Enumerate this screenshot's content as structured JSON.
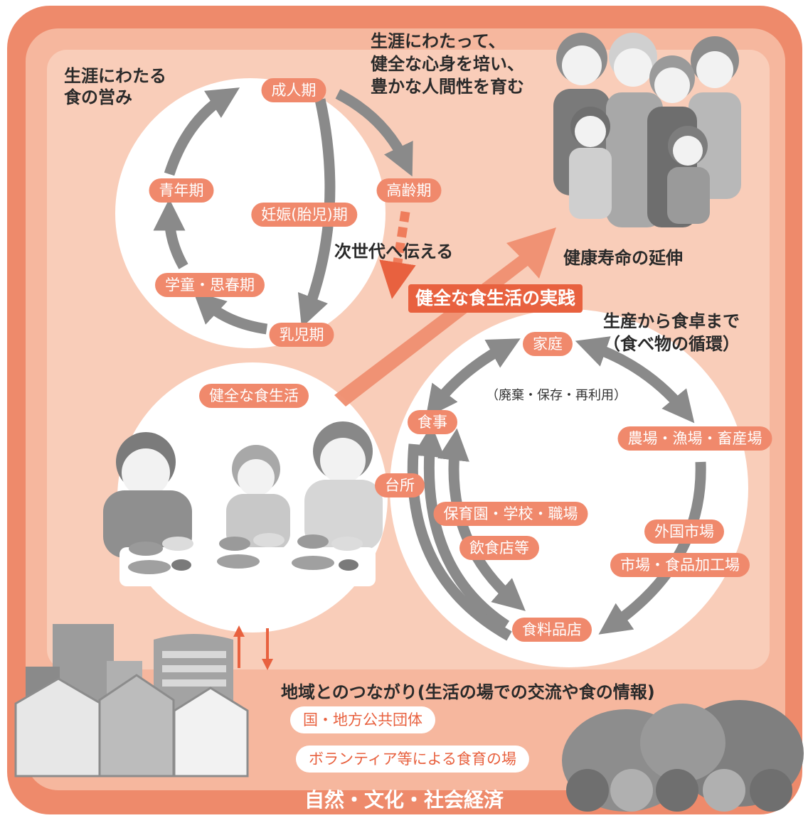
{
  "life_cycle": {
    "heading": [
      "生涯にわたる",
      "食の営み"
    ],
    "stages": {
      "adult": "成人期",
      "elderly": "高齢期",
      "youth": "青年期",
      "pregnancy": "妊娠(胎児)期",
      "school_age": "学童・思春期",
      "infant": "乳児期"
    },
    "pass_on": "次世代へ伝える"
  },
  "goal": {
    "text": [
      "生涯にわたって、",
      "健全な心身を培い、",
      "豊かな人間性を育む"
    ],
    "longevity": "健康寿命の延伸"
  },
  "practice_banner": "健全な食生活の実践",
  "healthy_diet": {
    "label": "健全な食生活"
  },
  "food_cycle": {
    "heading": [
      "生産から食卓まで",
      "（食べ物の循環）"
    ],
    "home": "家庭",
    "waste_note": "（廃棄・保存・再利用）",
    "meal": "食事",
    "farm": "農場・漁場・畜産場",
    "kitchen": "台所",
    "institutions": "保育園・学校・職場",
    "restaurants": "飲食店等",
    "foreign_market": "外国市場",
    "market_processing": "市場・食品加工場",
    "grocery": "食料品店"
  },
  "community": {
    "heading": "地域とのつながり(生活の場での交流や食の情報)",
    "government": "国・地方公共団体",
    "volunteer": "ボランティア等による食育の場"
  },
  "footer": "自然・文化・社会経済",
  "colors": {
    "outer_frame": "#ee8a6b",
    "panel": "#f6b79e",
    "inner_panel": "#f9cdb9",
    "pill": "#f0896c",
    "accent_red": "#e8613f",
    "arrow_gray": "#8a8a8a"
  }
}
